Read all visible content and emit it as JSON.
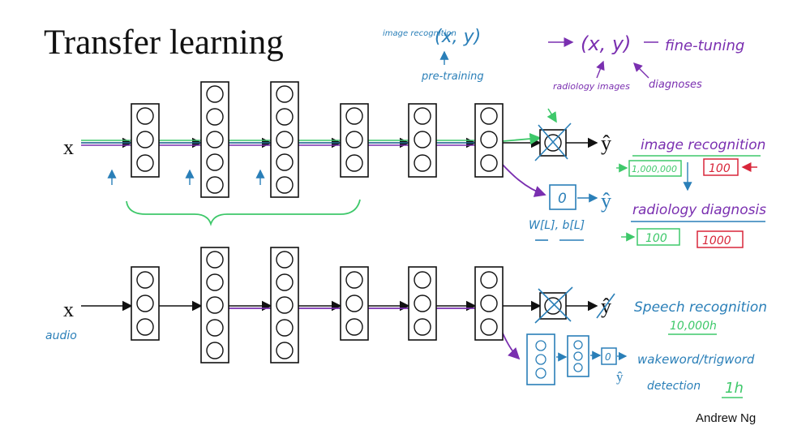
{
  "title": "Transfer learning",
  "author": "Andrew Ng",
  "colors": {
    "ink": "#111111",
    "blue": "#2a7fb8",
    "purple": "#7a2fb0",
    "green": "#3ec86a",
    "red": "#d8263a"
  },
  "top_network": {
    "input_label": "x",
    "output_label": "ŷ",
    "new_output_label": "ŷ",
    "new_output_node": "0",
    "new_params_label": "W[L], b[L]"
  },
  "bottom_network": {
    "input_label": "x",
    "input_note": "audio",
    "output_label": "ŷ",
    "new_output_label": "ŷ",
    "new_output_node": "0"
  },
  "annotations": {
    "pretrain_pair": "(x, y)",
    "pretrain_pair_note": "image recognition",
    "pretrain_label": "pre-training",
    "finetune_pair": "(x, y)",
    "finetune_label": "fine-tuning",
    "radiology_images": "radiology images",
    "diagnoses": "diagnoses",
    "image_recognition": "image recognition",
    "image_recognition_count": "1,000,000",
    "radiology_diagnosis": "radiology diagnosis",
    "radiology_count": "100",
    "radiology_count_big": "1000",
    "image_recognition_small": "100",
    "speech_recognition": "Speech recognition",
    "speech_hours": "10,000h",
    "wakeword_line1": "wakeword/trigword",
    "wakeword_line2": "detection",
    "wakeword_hours": "1h"
  }
}
